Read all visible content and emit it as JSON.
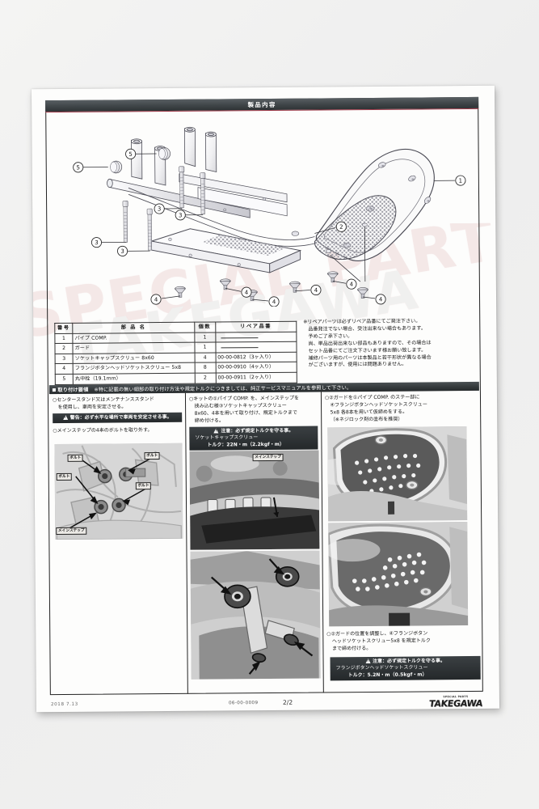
{
  "document": {
    "title": "製品内容",
    "footer": {
      "date": "2018 7.13",
      "part_number": "06-00-0009",
      "page": "2/2",
      "brand_sub": "SPECIAL PARTS",
      "brand": "TAKEGAWA"
    },
    "watermark_line1": "SPECIAL PARTS",
    "watermark_line2": "TAKEGAWA"
  },
  "diagram": {
    "callouts": [
      "1",
      "2",
      "3",
      "4",
      "5"
    ],
    "callout_positions_note": "exploded parts view of pipe guard assembly"
  },
  "parts_table": {
    "headers": [
      "番号",
      "部 品 名",
      "個数",
      "リペア品番"
    ],
    "rows": [
      {
        "no": "1",
        "name": "パイプ COMP.",
        "qty": "1",
        "repair": ""
      },
      {
        "no": "2",
        "name": "ガード",
        "qty": "1",
        "repair": ""
      },
      {
        "no": "3",
        "name": "ソケットキャップスクリュー 8x60",
        "qty": "4",
        "repair": "00-00-0812（3ヶ入り）"
      },
      {
        "no": "4",
        "name": "フランジボタンヘッドソケットスクリュー 5x8",
        "qty": "8",
        "repair": "00-00-0910（4ヶ入り）"
      },
      {
        "no": "5",
        "name": "丸中栓（19.1mm）",
        "qty": "2",
        "repair": "00-00-0911（2ヶ入り）"
      }
    ]
  },
  "repair_note": {
    "lines": [
      "※リペアパーツは必ずリペア品番にてご発注下さい。",
      "品番発注でない場合、受注出来ない場合もあります。",
      "予めご了承下さい。",
      "尚、単品出荷出来ない部品もありますので、その場合は",
      "セット品番にてご注文下さいます様お願い致します。",
      "補修パーツ用のパーツは本製品と若干形状が異なる場合",
      "がございますが、使用には問題ありません。"
    ]
  },
  "install_header": {
    "title": "取り付け要領",
    "subtitle": "※特に記載の無い細部の取り付け方法や規定トルクにつきましては、純正サービスマニュアルを参照して下さい。"
  },
  "column_left": {
    "steps": [
      "○センタースタンド又はメンテナンススタンド",
      "を使用し、車両を安定させる。"
    ],
    "warning": {
      "label": "警告",
      "text": "必ず水平な場所で車両を安定させる事。"
    },
    "step2": "○メインステップの4本のボルトを取り外す。",
    "photo_labels": {
      "bolt": "ボルト",
      "main_step": "メインステップ"
    }
  },
  "column_mid": {
    "steps": [
      "○キットの①パイプ COMP. を、メインステップを",
      "挟み込む様③ソケットキャップスクリュー",
      "8x60、4本を用いて取り付け、規定トルクまで",
      "締め付ける。"
    ],
    "caution": {
      "label": "注意",
      "text": "必ず規定トルクを守る事。",
      "item": "ソケットキャップスクリュー",
      "torque": "トルク：22N・m（2.2kgf・m）"
    },
    "photo_labels": {
      "main_step": "メインステップ"
    }
  },
  "column_right": {
    "steps": [
      "○②ガードを①パイプ COMP. のステー部に",
      "④フランジボタンヘッドソケットスクリュー",
      "5x8 各8本を用いて仮締めをする。",
      "（※ネジロック剤の塗布を推奨）"
    ],
    "steps2": [
      "○②ガードの位置を調整し、④フランジボタン",
      "ヘッドソケットスクリュー5x8 を規定トルク",
      "まで締め付ける。"
    ],
    "caution": {
      "label": "注意",
      "text": "必ず規定トルクを守る事。",
      "item": "フランジボタンヘッドソケットスクリュー",
      "torque": "トルク：5.2N・m（0.5kgf・m）"
    }
  }
}
